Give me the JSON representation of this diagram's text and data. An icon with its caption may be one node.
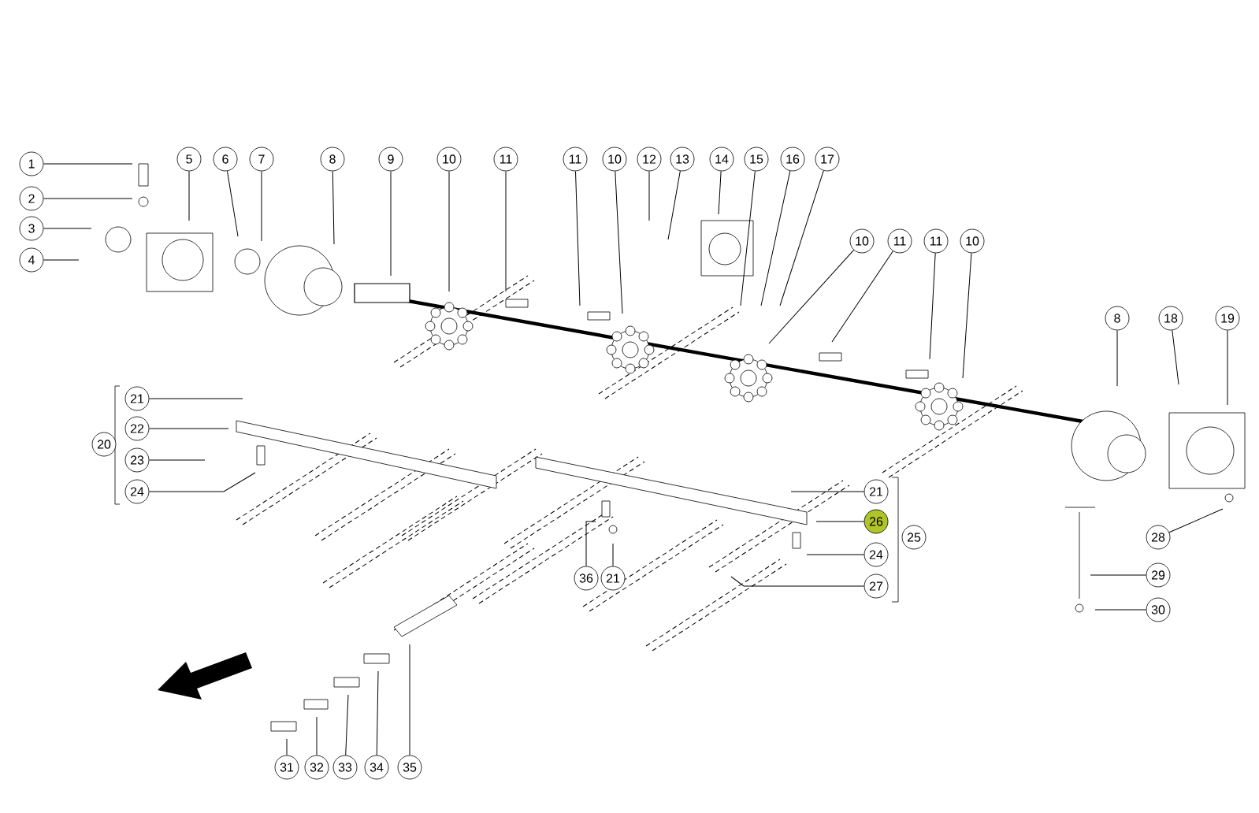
{
  "diagram": {
    "nodes": [
      {
        "text": [
          "1"
        ]
      },
      {
        "text": [
          "2"
        ]
      },
      {
        "text": [
          "3"
        ]
      },
      {
        "text": [
          "4"
        ]
      },
      {
        "text": [
          "5"
        ]
      },
      {
        "text": [
          "6"
        ]
      },
      {
        "text": [
          "7"
        ]
      },
      {
        "text": [
          "8"
        ]
      },
      {
        "text": [
          "9"
        ]
      },
      {
        "text": [
          "10"
        ]
      },
      {
        "text": [
          "11"
        ]
      },
      {
        "text": [
          "11"
        ]
      },
      {
        "text": [
          "10"
        ]
      },
      {
        "text": [
          "12"
        ]
      },
      {
        "text": [
          "13"
        ]
      },
      {
        "text": [
          "14"
        ]
      },
      {
        "text": [
          "15"
        ]
      },
      {
        "text": [
          "16"
        ]
      },
      {
        "text": [
          "17"
        ]
      },
      {
        "text": [
          "10"
        ]
      },
      {
        "text": [
          "11"
        ]
      },
      {
        "text": [
          "11"
        ]
      },
      {
        "text": [
          "10"
        ]
      },
      {
        "text": [
          "8"
        ]
      },
      {
        "text": [
          "18"
        ]
      },
      {
        "text": [
          "19"
        ]
      },
      {
        "text": [
          "20"
        ]
      },
      {
        "text": [
          "21"
        ]
      },
      {
        "text": [
          "22"
        ]
      },
      {
        "text": [
          "23"
        ]
      },
      {
        "text": [
          "24"
        ]
      },
      {
        "text": [
          "21"
        ]
      },
      {
        "text": [
          "26"
        ]
      },
      {
        "text": [
          "24"
        ]
      },
      {
        "text": [
          "25"
        ]
      },
      {
        "text": [
          "27"
        ]
      },
      {
        "text": [
          "36"
        ]
      },
      {
        "text": [
          "21"
        ]
      },
      {
        "text": [
          "28"
        ]
      },
      {
        "text": [
          "29"
        ]
      },
      {
        "text": [
          "30"
        ]
      },
      {
        "text": [
          "31"
        ]
      },
      {
        "text": [
          "32"
        ]
      },
      {
        "text": [
          "33"
        ]
      },
      {
        "text": [
          "34"
        ]
      },
      {
        "text": [
          "35"
        ]
      }
    ],
    "edges": [
      {
        "from": 0,
        "to": null,
        "arrow": "none"
      },
      {
        "from": 1,
        "to": null,
        "arrow": "none"
      },
      {
        "from": 2,
        "to": null,
        "arrow": "none"
      },
      {
        "from": 3,
        "to": null,
        "arrow": "none"
      },
      {
        "from": 4,
        "to": null,
        "arrow": "none"
      },
      {
        "from": 5,
        "to": null,
        "arrow": "none"
      },
      {
        "from": 6,
        "to": null,
        "arrow": "none"
      },
      {
        "from": 7,
        "to": null,
        "arrow": "none"
      },
      {
        "from": 8,
        "to": null,
        "arrow": "none"
      },
      {
        "from": 9,
        "to": null,
        "arrow": "none"
      },
      {
        "from": 10,
        "to": null,
        "arrow": "none"
      },
      {
        "from": 11,
        "to": null,
        "arrow": "none"
      },
      {
        "from": 12,
        "to": null,
        "arrow": "none"
      },
      {
        "from": 13,
        "to": null,
        "arrow": "none"
      },
      {
        "from": 14,
        "to": null,
        "arrow": "none"
      },
      {
        "from": 15,
        "to": null,
        "arrow": "none"
      },
      {
        "from": 16,
        "to": null,
        "arrow": "none"
      },
      {
        "from": 17,
        "to": null,
        "arrow": "none"
      },
      {
        "from": 18,
        "to": null,
        "arrow": "none"
      },
      {
        "from": 19,
        "to": null,
        "arrow": "none"
      },
      {
        "from": 20,
        "to": null,
        "arrow": "none"
      },
      {
        "from": 21,
        "to": null,
        "arrow": "none"
      },
      {
        "from": 22,
        "to": null,
        "arrow": "none"
      },
      {
        "from": 23,
        "to": null,
        "arrow": "none"
      },
      {
        "from": 24,
        "to": null,
        "arrow": "none"
      },
      {
        "from": 25,
        "to": null,
        "arrow": "none"
      },
      {
        "from": 27,
        "to": null,
        "arrow": "none"
      },
      {
        "from": 28,
        "to": null,
        "arrow": "none"
      },
      {
        "from": 29,
        "to": null,
        "arrow": "none"
      },
      {
        "from": 30,
        "to": null,
        "arrow": "none"
      },
      {
        "from": 31,
        "to": null,
        "arrow": "none"
      },
      {
        "from": 32,
        "to": null,
        "arrow": "none"
      },
      {
        "from": 33,
        "to": null,
        "arrow": "none"
      },
      {
        "from": 35,
        "to": null,
        "arrow": "none"
      },
      {
        "from": 36,
        "to": null,
        "arrow": "none"
      },
      {
        "from": 37,
        "to": null,
        "arrow": "none"
      },
      {
        "from": 38,
        "to": null,
        "arrow": "none"
      },
      {
        "from": 39,
        "to": null,
        "arrow": "none"
      },
      {
        "from": 40,
        "to": null,
        "arrow": "none"
      },
      {
        "from": 41,
        "to": null,
        "arrow": "none"
      },
      {
        "from": 42,
        "to": null,
        "arrow": "none"
      },
      {
        "from": 43,
        "to": null,
        "arrow": "none"
      },
      {
        "from": 44,
        "to": null,
        "arrow": "none"
      },
      {
        "from": 45,
        "to": null,
        "arrow": "none"
      }
    ]
  }
}
